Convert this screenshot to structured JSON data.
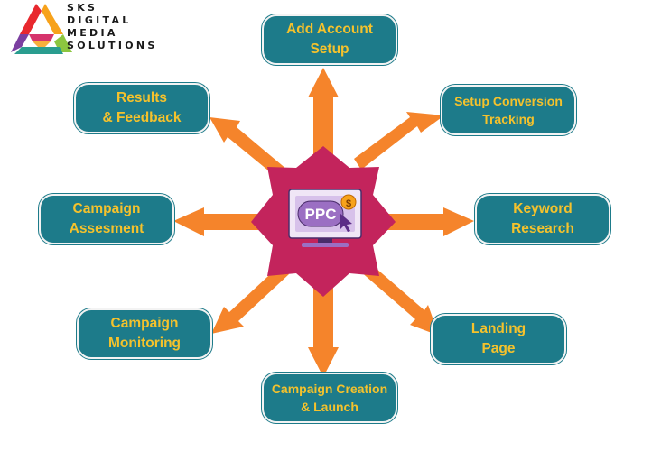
{
  "brand": {
    "lines": [
      "SKS",
      "DIGITAL",
      "MEDIA",
      "SOLUTIONS"
    ],
    "logo_colors": [
      "#e8282e",
      "#f7a21b",
      "#8cc63f",
      "#2a9d8f",
      "#7b3fa0",
      "#d6336c"
    ]
  },
  "center": {
    "monitor_label": "PPC",
    "coin_symbol": "$",
    "icon": "pointer-cursor-icon",
    "star_color": "#c3245c",
    "screen_color": "#9b6fc3"
  },
  "colors": {
    "box_fill": "#1d7b8a",
    "box_text": "#f5c22c",
    "arrow": "#f5842b"
  },
  "nodes": [
    {
      "id": "add-account-setup",
      "lines": [
        "Add Account",
        "Setup"
      ]
    },
    {
      "id": "setup-conversion-tracking",
      "lines": [
        "Setup Conversion",
        "Tracking"
      ]
    },
    {
      "id": "keyword-research",
      "lines": [
        "Keyword",
        "Research"
      ]
    },
    {
      "id": "landing-page",
      "lines": [
        "Landing",
        "Page"
      ]
    },
    {
      "id": "campaign-creation-launch",
      "lines": [
        "Campaign Creation",
        "& Launch"
      ]
    },
    {
      "id": "campaign-monitoring",
      "lines": [
        "Campaign",
        "Monitoring"
      ]
    },
    {
      "id": "campaign-assesment",
      "lines": [
        "Campaign",
        "Assesment"
      ]
    },
    {
      "id": "results-feedback",
      "lines": [
        "Results",
        "& Feedback"
      ]
    }
  ]
}
